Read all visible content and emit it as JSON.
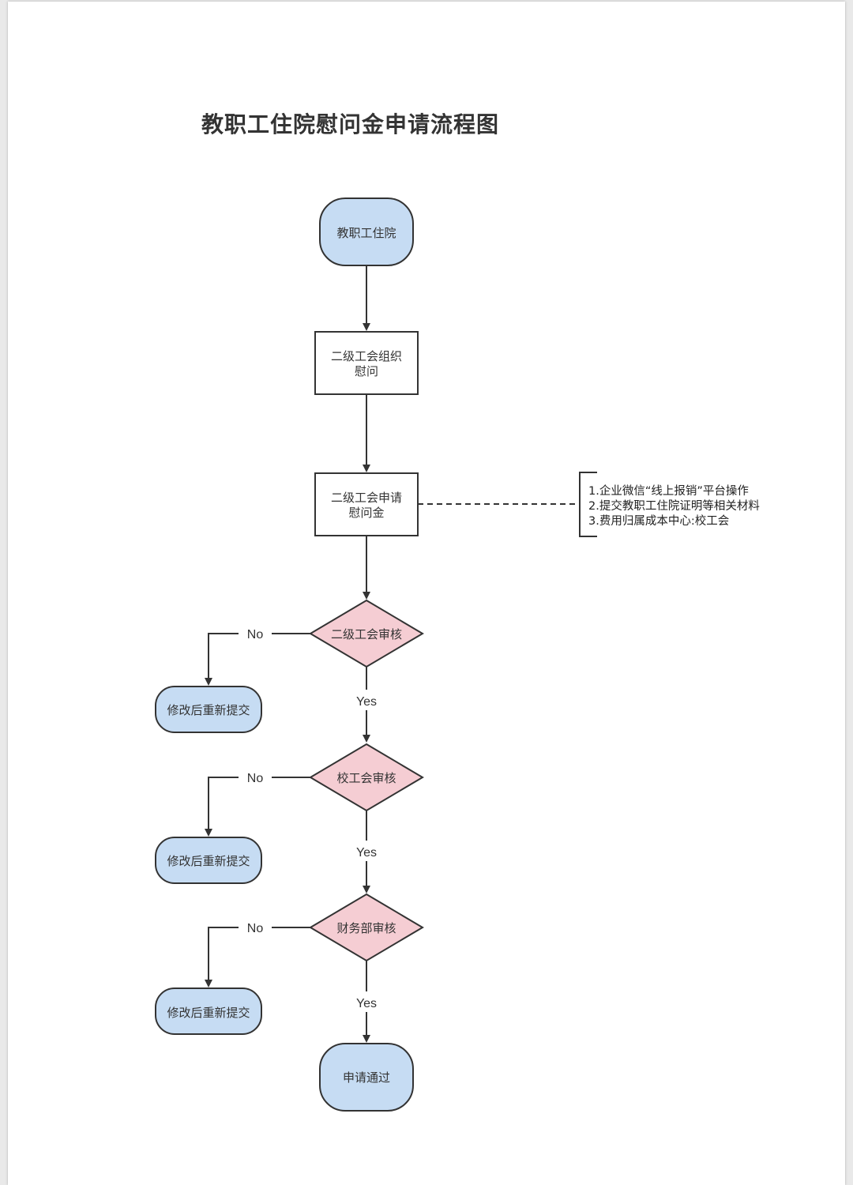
{
  "title": "教职工住院慰问金申请流程图",
  "colors": {
    "terminal_fill": "#c6dcf3",
    "decision_fill": "#f5cdd3",
    "process_fill": "#ffffff",
    "stroke": "#333333"
  },
  "nodes": {
    "start": "教职工住院",
    "step1": [
      "二级工会组织",
      "慰问"
    ],
    "step2": [
      "二级工会申请",
      "慰问金"
    ],
    "review1": "二级工会审核",
    "review2": "校工会审核",
    "review3": "财务部审核",
    "reject1": "修改后重新提交",
    "reject2": "修改后重新提交",
    "reject3": "修改后重新提交",
    "end": "申请通过"
  },
  "edge_labels": {
    "no": "No",
    "yes": "Yes"
  },
  "annotation": [
    "1.企业微信“线上报销”平台操作",
    "2.提交教职工住院证明等相关材料",
    "3.费用归属成本中心:校工会"
  ]
}
